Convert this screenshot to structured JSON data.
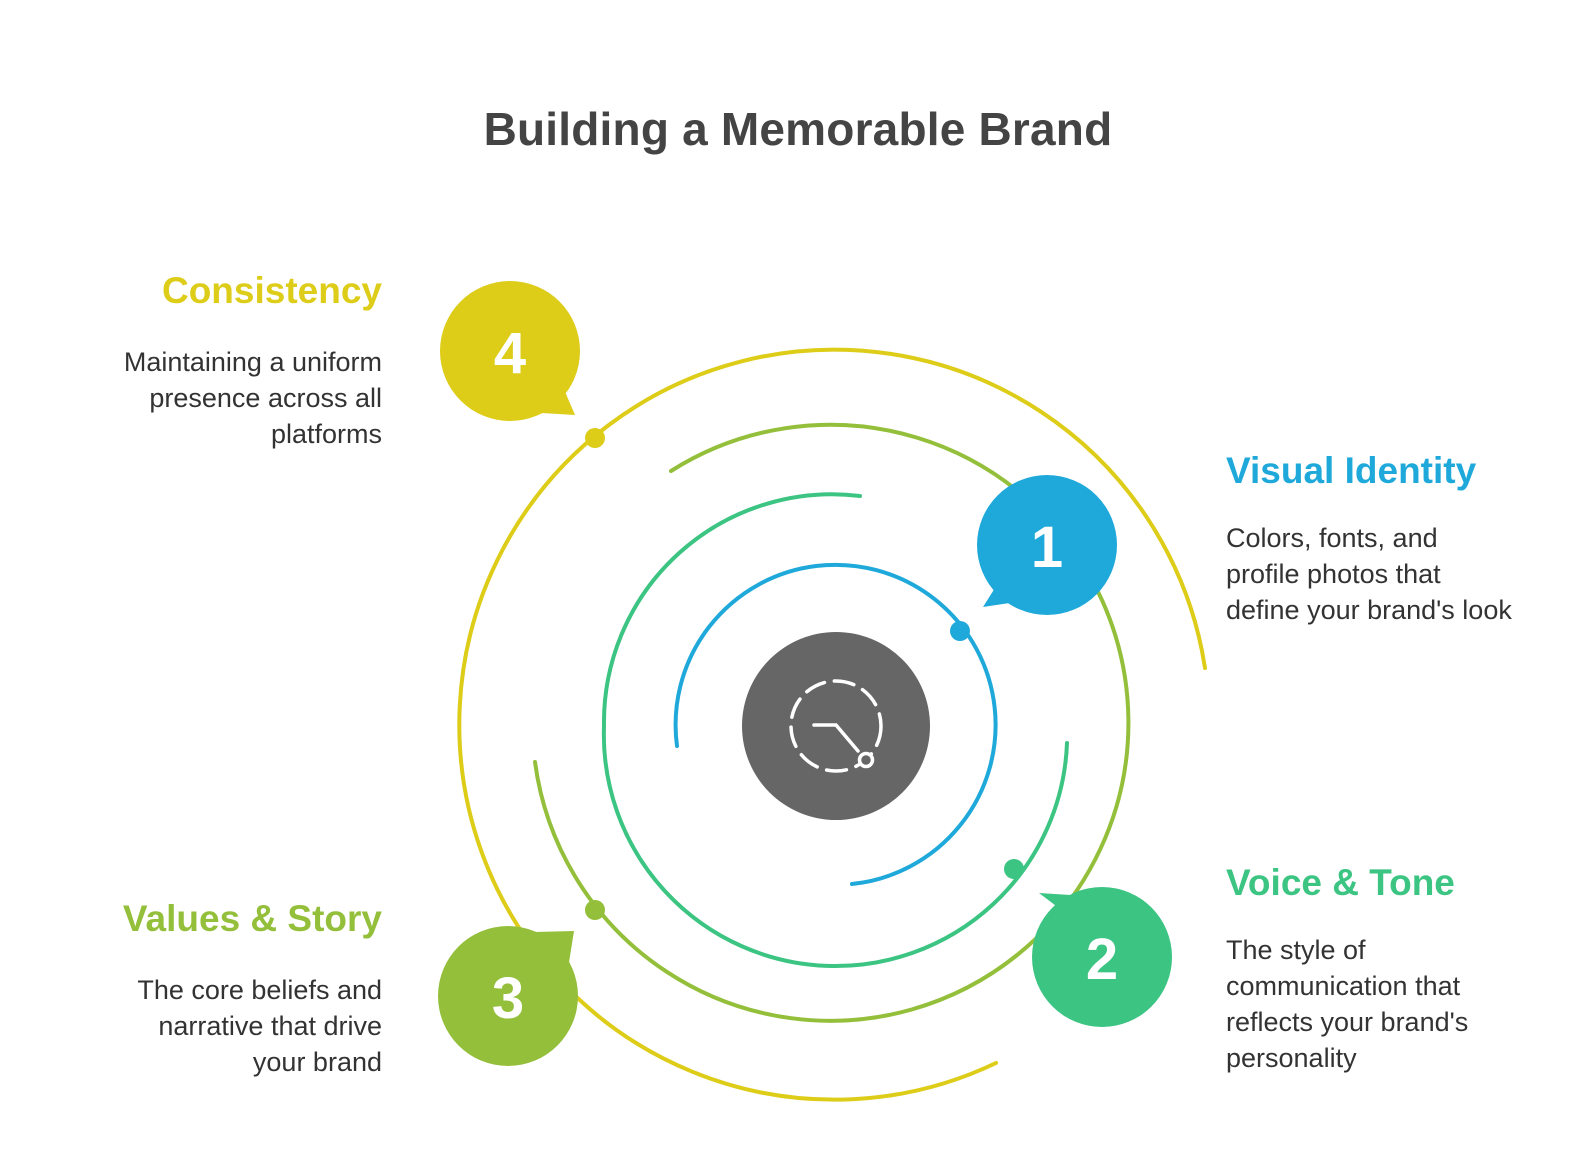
{
  "title": "Building a Memorable Brand",
  "colors": {
    "visual_identity": "#1fa9da",
    "voice_tone": "#3cc483",
    "values_story": "#94bf3b",
    "consistency": "#ddcc18",
    "center": "#666666",
    "title_text": "#444444",
    "body_text": "#333333"
  },
  "center_icon": "dashed-clock-icon",
  "items": [
    {
      "number": "1",
      "title": "Visual Identity",
      "description": "Colors, fonts, and profile photos that define your brand's look"
    },
    {
      "number": "2",
      "title": "Voice & Tone",
      "description": "The style of communication that reflects your brand's personality"
    },
    {
      "number": "3",
      "title": "Values & Story",
      "description": "The core beliefs and narrative that drive your brand"
    },
    {
      "number": "4",
      "title": "Consistency",
      "description": "Maintaining a uniform presence across all platforms"
    }
  ]
}
